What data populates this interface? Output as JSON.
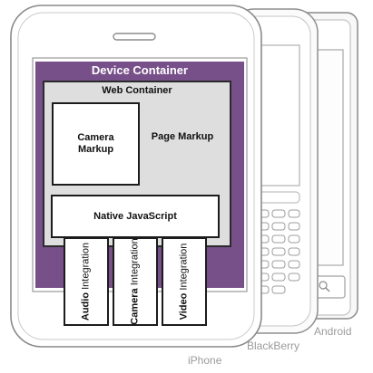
{
  "diagram": {
    "device_container": "Device Container",
    "web_container": "Web Container",
    "camera_markup": "Camera Markup",
    "page_markup": "Page Markup",
    "native_javascript": "Native JavaScript",
    "integrations": [
      {
        "name": "Audio",
        "suffix": " Integration"
      },
      {
        "name": "Camera",
        "suffix": " Integration"
      },
      {
        "name": "Video",
        "suffix": " Integration"
      }
    ],
    "devices": {
      "iphone": "iPhone",
      "blackberry": "BlackBerry",
      "android": "Android"
    }
  },
  "colors": {
    "device_container": "#77508a",
    "web_container": "#dedede",
    "outline": "#1c1c1c",
    "device_label": "#9b9b9b"
  }
}
